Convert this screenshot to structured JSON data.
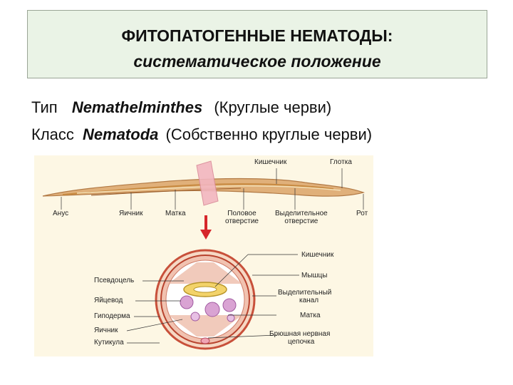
{
  "title": {
    "line1": "ФИТОПАТОГЕННЫЕ НЕМАТОДЫ:",
    "line2": "систематическое положение"
  },
  "taxonomy": {
    "type": {
      "rank": "Тип",
      "latin": "Nemathelminthes",
      "russian": "(Круглые черви)"
    },
    "class": {
      "rank": "Класс",
      "latin": "Nematoda",
      "russian": "(Собственно круглые черви)"
    }
  },
  "figure": {
    "worm_labels": {
      "intestine": "Кишечник",
      "pharynx": "Глотка",
      "anus": "Анус",
      "ovary": "Яичник",
      "uterus": "Матка",
      "genital_pore_1": "Половое",
      "genital_pore_2": "отверстие",
      "excretory_pore_1": "Выделительное",
      "excretory_pore_2": "отверстие",
      "mouth": "Рот"
    },
    "section_labels": {
      "intestine": "Кишечник",
      "muscles": "Мышцы",
      "excretory_canal_1": "Выделительный",
      "excretory_canal_2": "канал",
      "uterus": "Матка",
      "nerve_cord_1": "Брюшная нервная",
      "nerve_cord_2": "цепочка",
      "pseudocoel": "Псевдоцель",
      "oviduct": "Яйцевод",
      "hypodermis": "Гиподерма",
      "ovary": "Яичник",
      "cuticle": "Кутикула"
    }
  },
  "colors": {
    "title_bg": "#eaf3e6",
    "figure_bg": "#fdf7e4",
    "worm_body": "#e0b07a",
    "arrow": "#d6262b",
    "section_rim": "#c8503a"
  }
}
